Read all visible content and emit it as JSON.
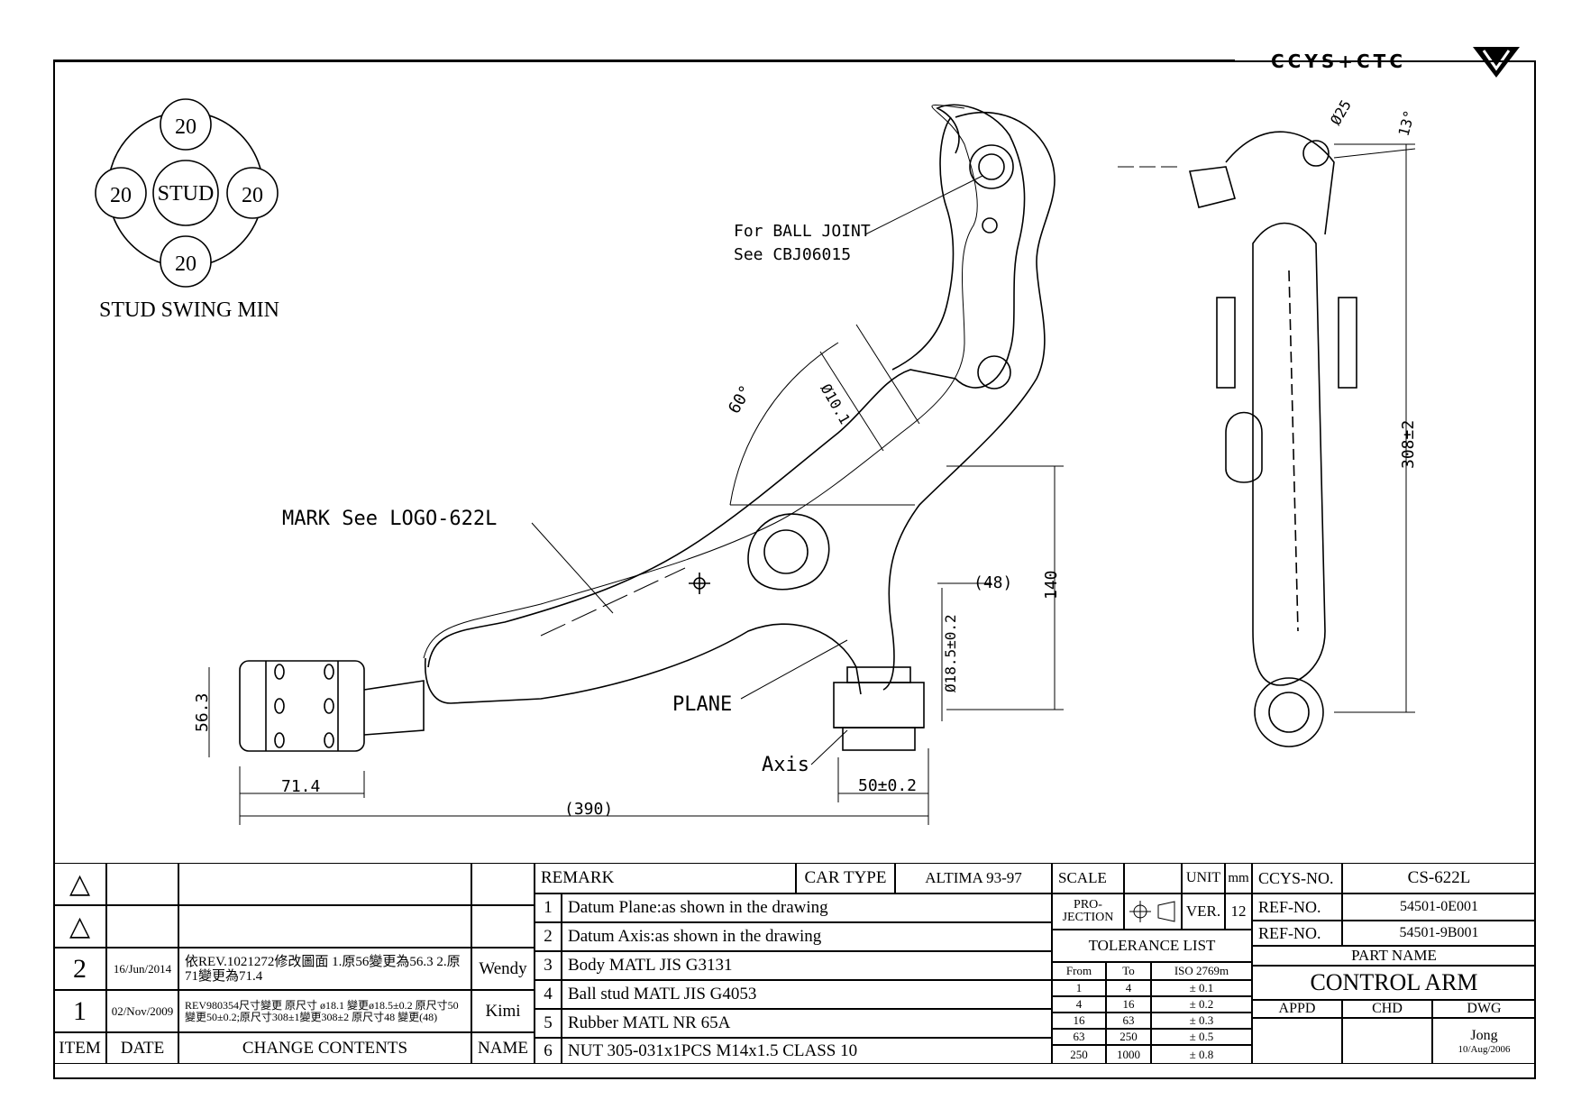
{
  "brand": "CCYS+CTC",
  "stud_swing": {
    "title": "STUD SWING MIN",
    "center": "STUD",
    "angles": [
      "20",
      "20",
      "20",
      "20"
    ],
    "unit": "°"
  },
  "annotations": {
    "ball_joint_1": "For BALL JOINT",
    "ball_joint_2": "See CBJ06015",
    "mark": "MARK See LOGO-622L",
    "plane": "PLANE",
    "axis": "Axis",
    "angle60": "60°",
    "dia10": "Ø10.1",
    "dia25": "Ø25",
    "deg13": "13°",
    "dim308": "308±2",
    "dim140": "140",
    "dim48": "(48)",
    "dia185": "Ø18.5±0.2",
    "dim563": "56.3",
    "dim714": "71.4",
    "dim390": "(390)",
    "dim50": "50±0.2"
  },
  "title_block": {
    "revisions": [
      {
        "no": "2",
        "date": "16/Jun/2014",
        "contents": "依REV.1021272修改圖面 1.原56變更為56.3 2.原71變更為71.4",
        "name": "Wendy"
      },
      {
        "no": "1",
        "date": "02/Nov/2009",
        "contents": "REV980354尺寸變更 原尺寸 ø18.1 變更ø18.5±0.2 原尺寸50 變更50±0.2;原尺寸308±1變更308±2 原尺寸48 變更(48)",
        "name": "Kimi"
      }
    ],
    "headers": {
      "item": "ITEM",
      "date": "DATE",
      "contents": "CHANGE CONTENTS",
      "name": "NAME"
    },
    "remark_label": "REMARK",
    "car_type_label": "CAR TYPE",
    "car_type": "ALTIMA 93-97",
    "remarks": [
      {
        "no": "1",
        "text": "Datum Plane:as shown in the drawing"
      },
      {
        "no": "2",
        "text": "Datum Axis:as shown in the drawing"
      },
      {
        "no": "3",
        "text": "Body MATL JIS G3131"
      },
      {
        "no": "4",
        "text": "Ball stud MATL JIS G4053"
      },
      {
        "no": "5",
        "text": "Rubber MATL NR 65A"
      },
      {
        "no": "6",
        "text": "NUT 305-031x1PCS M14x1.5 CLASS 10"
      }
    ],
    "scale_label": "SCALE",
    "unit_label": "UNIT",
    "unit": "mm",
    "projection_label": "PRO- JECTION",
    "ver_label": "VER.",
    "ver": "12",
    "tolerance_title": "TOLERANCE LIST",
    "tolerance_headers": [
      "From",
      "To",
      "ISO 2769m"
    ],
    "tolerance_rows": [
      [
        "1",
        "4",
        "± 0.1"
      ],
      [
        "4",
        "16",
        "± 0.2"
      ],
      [
        "16",
        "63",
        "± 0.3"
      ],
      [
        "63",
        "250",
        "± 0.5"
      ],
      [
        "250",
        "1000",
        "± 0.8"
      ]
    ],
    "ccys_label": "CCYS-NO.",
    "ccys_no": "CS-622L",
    "ref_label": "REF-NO.",
    "ref_no_1": "54501-0E001",
    "ref_no_2": "54501-9B001",
    "part_name_label": "PART NAME",
    "part_name": "CONTROL ARM",
    "appd_label": "APPD",
    "chd_label": "CHD",
    "dwg_label": "DWG",
    "dwg_by": "Jong",
    "dwg_date": "10/Aug/2006"
  }
}
